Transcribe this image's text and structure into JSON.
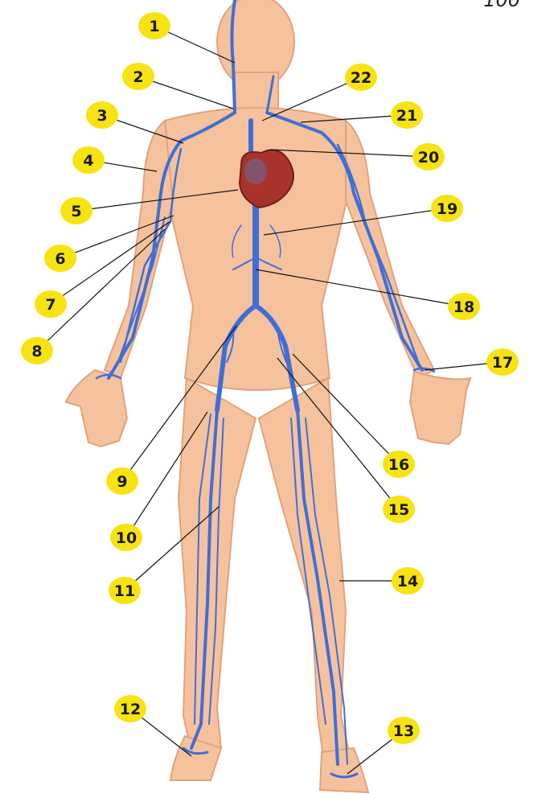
{
  "page_number": "100",
  "colors": {
    "skin": "#f5c29d",
    "skin_shade": "#e8a47c",
    "vein": "#3f6fd6",
    "vein_light": "#9ab7f2",
    "heart": "#a8332b",
    "label_fill": "#f7e312",
    "label_text": "#1a1a1a",
    "leader": "#111111"
  },
  "labels": [
    "1",
    "2",
    "3",
    "4",
    "5",
    "6",
    "7",
    "8",
    "9",
    "10",
    "11",
    "12",
    "13",
    "14",
    "15",
    "16",
    "17",
    "18",
    "19",
    "20",
    "21",
    "22"
  ]
}
